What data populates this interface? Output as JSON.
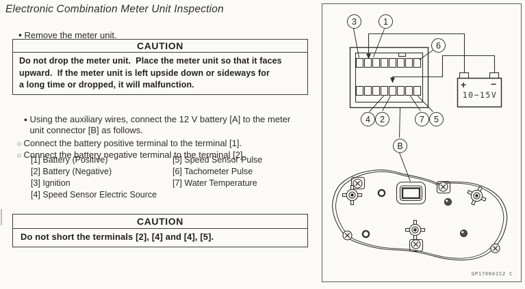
{
  "doc": {
    "title": "Electronic Combination Meter Unit Inspection",
    "markers": {
      "filled_bullet": "●",
      "open_bullet": "○"
    },
    "step_remove": "Remove the meter unit.",
    "caution1": {
      "header": "CAUTION",
      "body": "Do not drop the meter unit.  Place the meter unit so that it faces\nupward.  If the meter unit is left upside down or sideways for\na long time or dropped, it will malfunction."
    },
    "step_connect": "Using the auxiliary wires, connect the 12 V battery [A] to the meter\nunit connector [B] as follows.",
    "sub_positive": "Connect the battery positive terminal to the terminal [1].",
    "sub_negative": "Connect the battery negative terminal to the terminal [2].",
    "terminals": {
      "col1": [
        "[1] Battery (Positive)",
        "[2] Battery (Negative)",
        "[3] Ignition",
        "[4] Speed Sensor Electric Source"
      ],
      "col2": [
        "[5] Speed Sensor Pulse",
        "[6] Tachometer Pulse",
        "[7] Water Temperature"
      ]
    },
    "caution2": {
      "header": "CAUTION",
      "body": "Do not short the terminals [2], [4] and [4], [5]."
    }
  },
  "diagram": {
    "callouts": {
      "c3": "3",
      "c1": "1",
      "c6": "6",
      "c4": "4",
      "c2": "2",
      "c7": "7",
      "c5": "5",
      "connector": "B"
    },
    "battery": {
      "plus": "+",
      "minus": "−",
      "voltage": "10~15V"
    },
    "figure_code": "GP170601S2 C"
  }
}
